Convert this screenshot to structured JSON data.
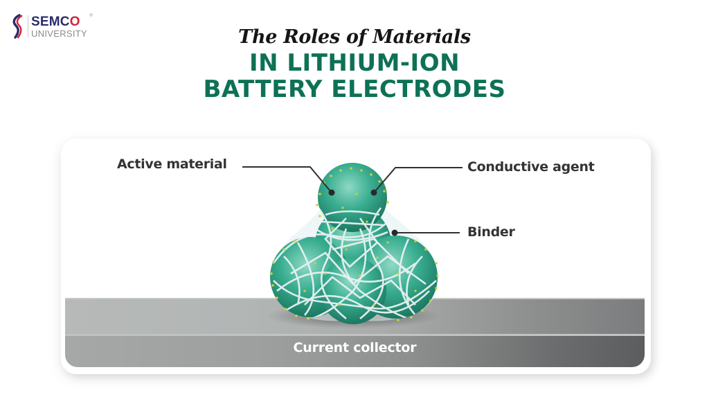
{
  "logo": {
    "brand": "SEMC",
    "brand_o": "O",
    "registered": "®",
    "subtitle": "UNIVERSITY",
    "icon": "semco-swoosh-icon"
  },
  "title": {
    "script_line": "The Roles of Materials",
    "main_line_1": "IN LITHIUM-ION",
    "main_line_2": "BATTERY ELECTRODES"
  },
  "diagram": {
    "labels": {
      "active_material": "Active material",
      "conductive_agent": "Conductive agent",
      "binder": "Binder",
      "current_collector": "Current collector"
    },
    "colors": {
      "title_green": "#0d7155",
      "particle_teal": "#2e9f84",
      "binder_white": "#e6f1f2",
      "conductive_yellow": "#c8d43a",
      "label_text": "#333333",
      "collector_gray": "#9d9f9e"
    }
  }
}
